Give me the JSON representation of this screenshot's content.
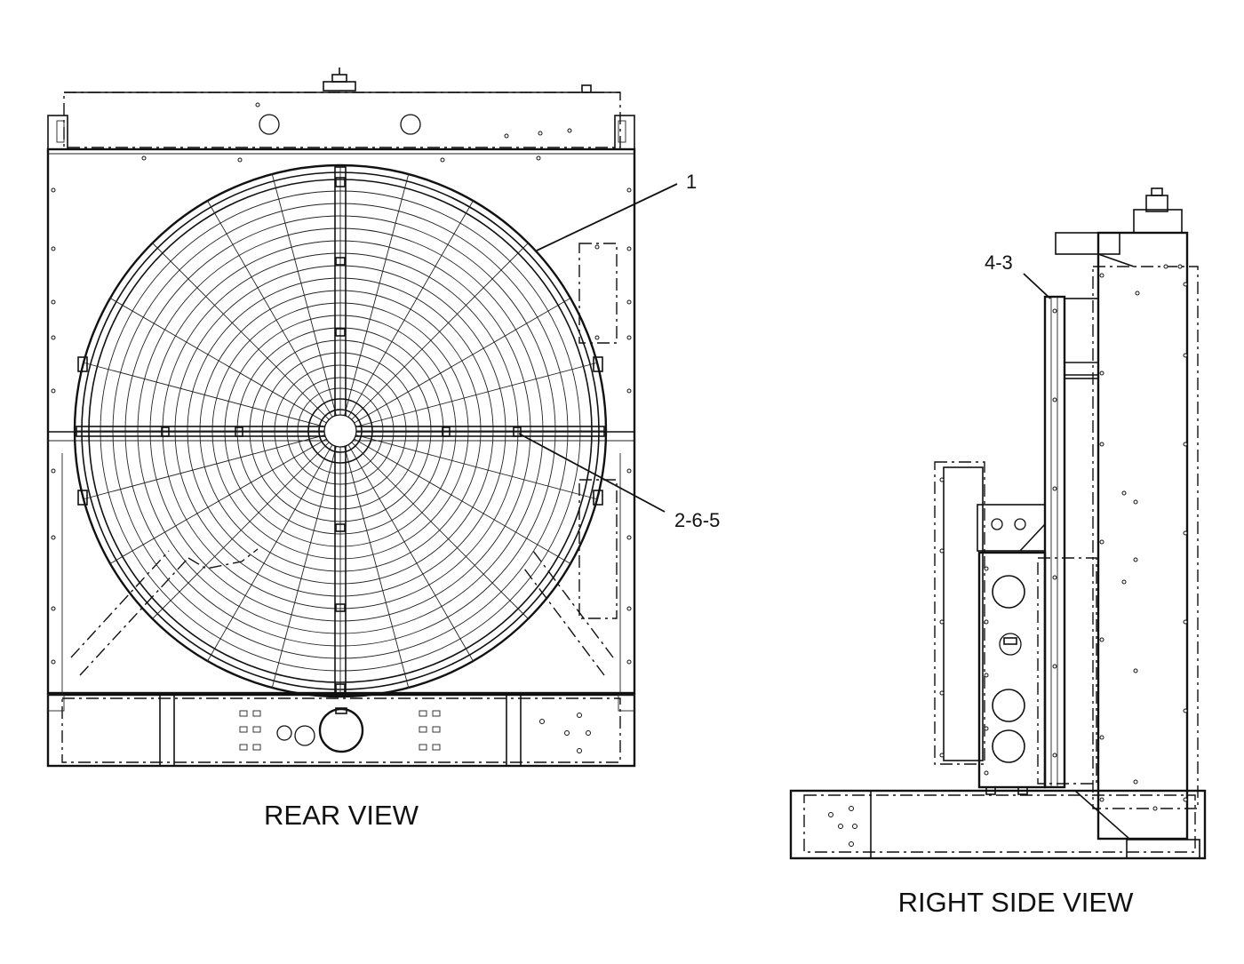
{
  "views": {
    "rear": {
      "title": "REAR VIEW"
    },
    "side": {
      "title": "RIGHT SIDE VIEW"
    }
  },
  "callouts": {
    "item1": "1",
    "item2": "2-6-5",
    "item3": "4-3"
  },
  "colors": {
    "line": "#111111",
    "background": "#ffffff"
  }
}
